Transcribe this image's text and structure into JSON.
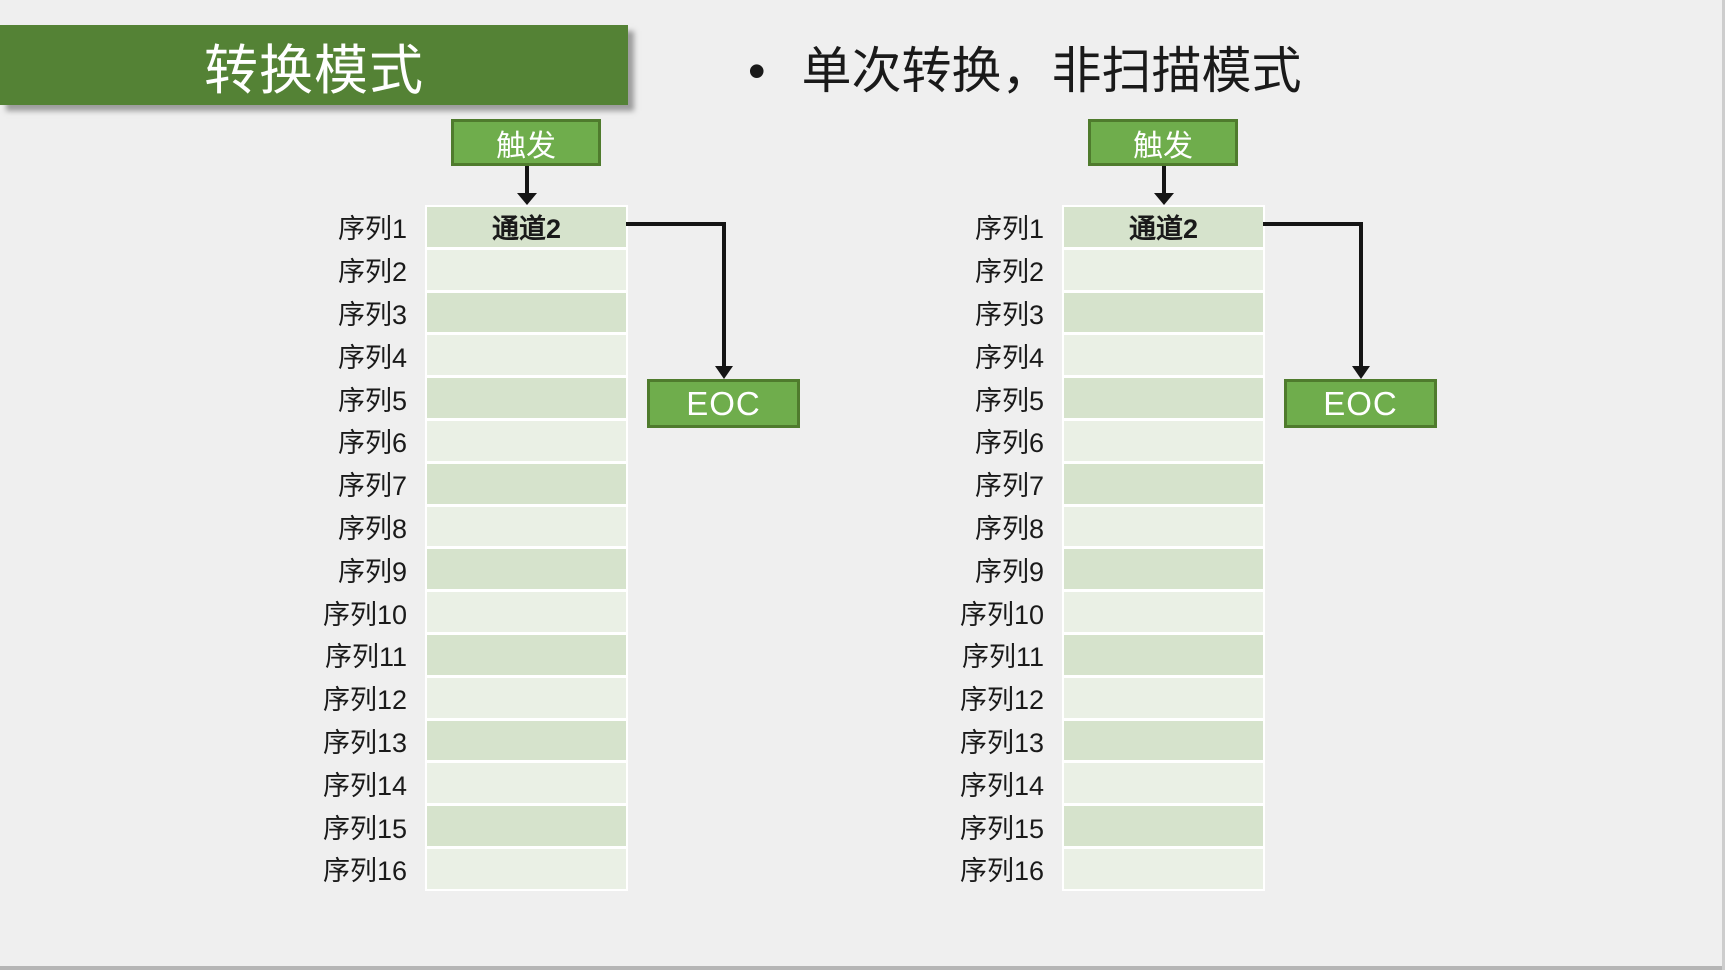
{
  "slide": {
    "title": "转换模式",
    "bullet_marker": "•",
    "bullet_text": "单次转换，非扫描模式"
  },
  "diagram": {
    "trigger_label": "触发",
    "channel_value": "通道2",
    "eoc_label": "EOC",
    "sequence_labels": [
      "序列1",
      "序列2",
      "序列3",
      "序列4",
      "序列5",
      "序列6",
      "序列7",
      "序列8",
      "序列9",
      "序列10",
      "序列11",
      "序列12",
      "序列13",
      "序列14",
      "序列15",
      "序列16"
    ]
  },
  "colors": {
    "background": "#efefef",
    "banner_green": "#548235",
    "box_green": "#6fad4c",
    "box_green_border": "#4f7b2d",
    "row_green_dark": "#d6e3cc",
    "row_green_light": "#eaf0e5",
    "arrow_black": "#151515",
    "text_black": "#1a1a1a"
  }
}
